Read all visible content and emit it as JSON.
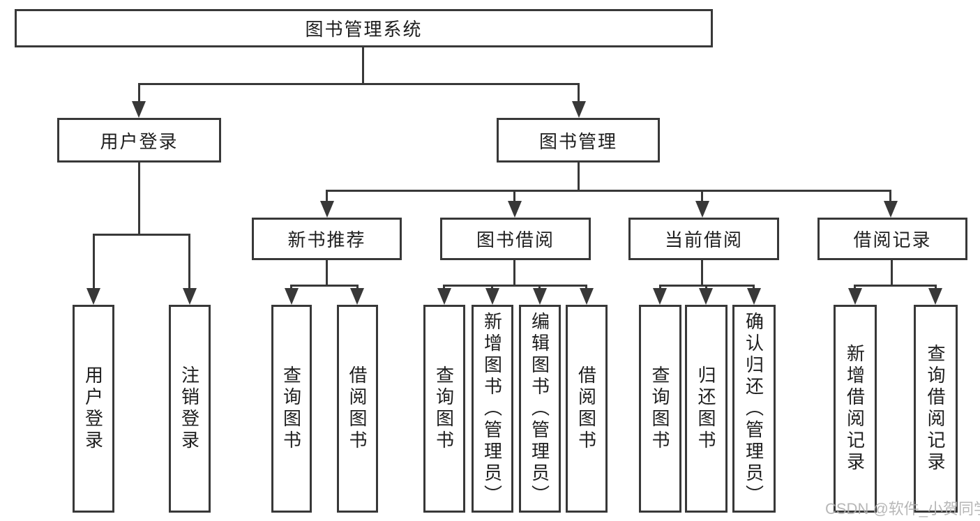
{
  "tree": {
    "root": {
      "label": "图书管理系统",
      "children": [
        {
          "label": "用户登录",
          "children": [
            {
              "label": "用户登录"
            },
            {
              "label": "注销登录"
            }
          ]
        },
        {
          "label": "图书管理",
          "children": [
            {
              "label": "新书推荐",
              "children": [
                {
                  "label": "查询图书"
                },
                {
                  "label": "借阅图书"
                }
              ]
            },
            {
              "label": "图书借阅",
              "children": [
                {
                  "label": "查询图书"
                },
                {
                  "label": "新增图书（管理员）"
                },
                {
                  "label": "编辑图书（管理员）"
                },
                {
                  "label": "借阅图书"
                }
              ]
            },
            {
              "label": "当前借阅",
              "children": [
                {
                  "label": "查询图书"
                },
                {
                  "label": "归还图书"
                },
                {
                  "label": "确认归还（管理员）"
                }
              ]
            },
            {
              "label": "借阅记录",
              "children": [
                {
                  "label": "新增借阅记录"
                },
                {
                  "label": "查询借阅记录"
                }
              ]
            }
          ]
        }
      ]
    }
  },
  "watermark": {
    "text": "CSDN @软件_小贺同学"
  },
  "colors": {
    "line": "#383838",
    "text": "#1e1e1e",
    "watermark": "#b0b0b0",
    "background": "#ffffff"
  }
}
